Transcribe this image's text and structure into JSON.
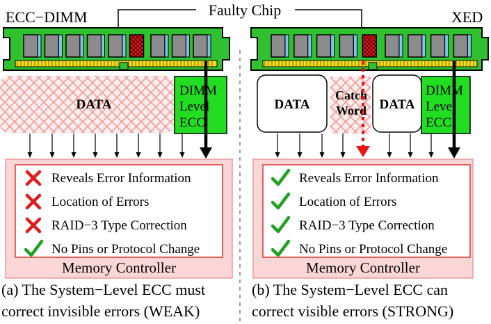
{
  "labels": {
    "left_title": "ECC−DIMM",
    "right_title": "XED",
    "faulty_chip": "Faulty Chip"
  },
  "left": {
    "data_label": "DATA",
    "ecc_line1": "DIMM",
    "ecc_line2": "Level",
    "ecc_line3": "ECC",
    "features": [
      {
        "text": "Reveals Error Information",
        "status": "cross"
      },
      {
        "text": "Location of Errors",
        "status": "cross"
      },
      {
        "text": "RAID−3 Type Correction",
        "status": "cross"
      },
      {
        "text": "No Pins or Protocol Change",
        "status": "check"
      }
    ],
    "controller": "Memory Controller",
    "caption_line1": "(a) The System−Level ECC must",
    "caption_line2": "correct invisible errors (WEAK)"
  },
  "right": {
    "data_label_left": "DATA",
    "catch_line1": "Catch",
    "catch_line2": "Word",
    "data_label_right": "DATA",
    "ecc_line1": "DIMM",
    "ecc_line2": "Level",
    "ecc_line3": "ECC",
    "features": [
      {
        "text": "Reveals Error Information",
        "status": "check"
      },
      {
        "text": "Location of Errors",
        "status": "check"
      },
      {
        "text": "RAID−3 Type Correction",
        "status": "check"
      },
      {
        "text": "No Pins or Protocol Change",
        "status": "check"
      }
    ],
    "controller": "Memory Controller",
    "caption_line1": "(b) The System−Level ECC can",
    "caption_line2": "correct visible errors (STRONG)"
  },
  "colors": {
    "dimm_green": "#2fc12f",
    "ecc_green": "#22dd22",
    "chip_gray": "#8c8c8c",
    "chip_blue": "#7fc4e8",
    "pin_yellow": "#f2dc1e",
    "faulty_red": "#e21b1b",
    "hatch_pink": "#f4a9a9",
    "panel_pink": "#fbd6d6",
    "panel_border": "#e89a9a",
    "cross_red": "#e01b1b",
    "check_green": "#1ea11e"
  }
}
